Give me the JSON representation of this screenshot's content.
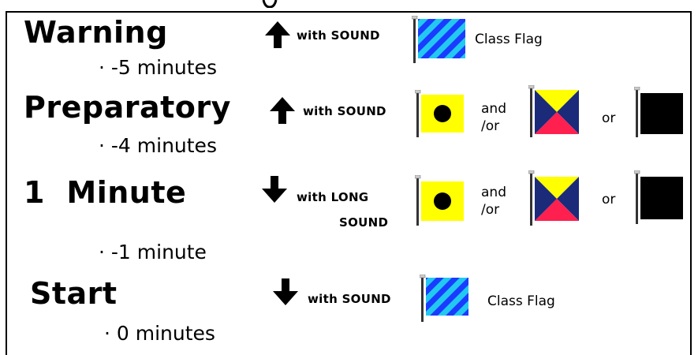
{
  "stages": [
    {
      "title": "Warning",
      "time": "· -5 minutes",
      "arrow": "up",
      "sound": "with SOUND",
      "sound_line2": ""
    },
    {
      "title": "Preparatory",
      "time": "· -4 minutes",
      "arrow": "up",
      "sound": "with SOUND",
      "sound_line2": ""
    },
    {
      "title": "1  Minute",
      "time": "· -1 minute",
      "arrow": "down",
      "sound": "with LONG",
      "sound_line2": "SOUND"
    },
    {
      "title": "Start",
      "time": "· 0 minutes",
      "arrow": "down",
      "sound": "with SOUND",
      "sound_line2": ""
    }
  ],
  "labels": {
    "class_flag": "Class Flag",
    "and": "and",
    "or_slash": "/or",
    "or": "or"
  },
  "colors": {
    "flag_blue": "#1a3cff",
    "flag_cyan": "#22c8f0",
    "flag_yellow": "#ffff00",
    "flag_black": "#000000",
    "flag_red": "#ff2050",
    "flag_navy": "#1c2a7a"
  },
  "icons": [
    "arrow-up-icon",
    "arrow-down-icon",
    "class-flag-icon",
    "p-flag-icon",
    "z-flag-icon",
    "black-flag-icon"
  ]
}
